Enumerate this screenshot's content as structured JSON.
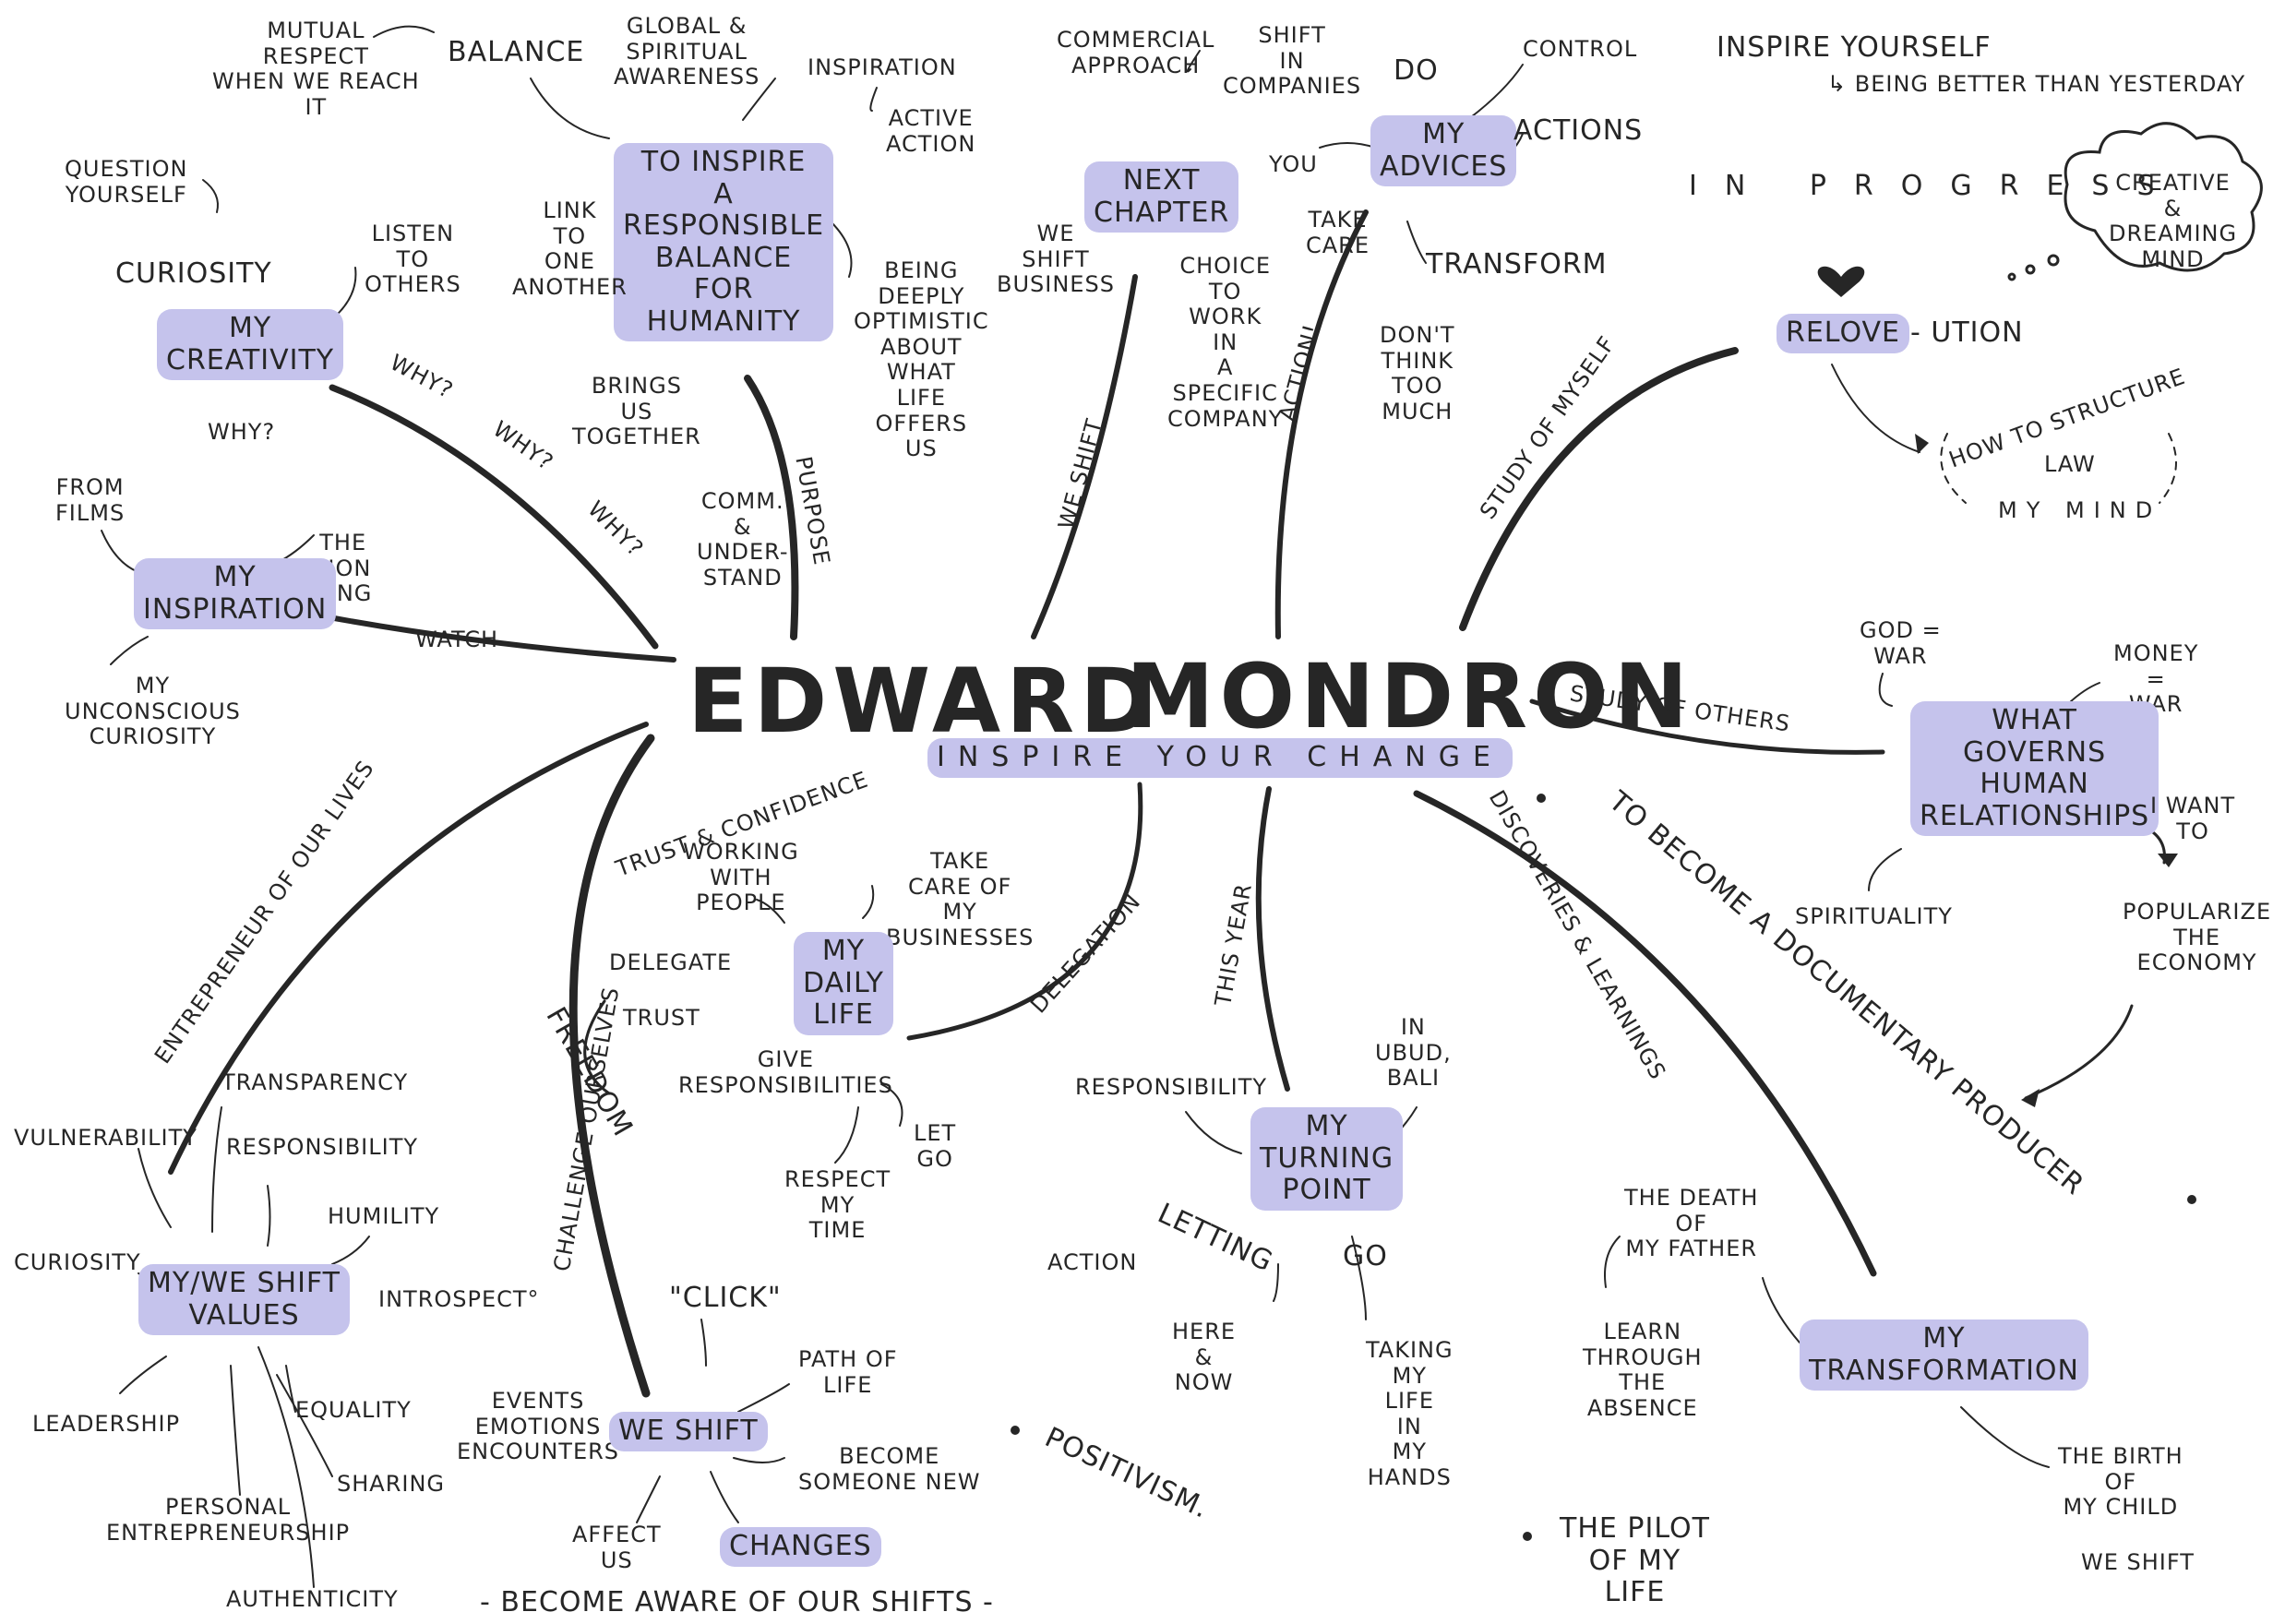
{
  "title": {
    "first": "EDWARD",
    "last": "MONDRON",
    "tagline": "INSPIRE YOUR CHANGE"
  },
  "colors": {
    "highlight": "#c5c3ec",
    "ink": "#262626",
    "background": "#ffffff"
  },
  "icons": {
    "heart": "heart-icon",
    "thought_cloud": "thought-cloud-icon"
  },
  "branches": {
    "why1": "WHY?",
    "why2": "WHY?",
    "why3": "WHY?",
    "watch": "WATCH",
    "purpose": "PURPOSE",
    "we_shift": "WE SHIFT",
    "action": "ACTION!",
    "study_myself": "STUDY OF MYSELF",
    "study_others": "STUDY OF OTHERS",
    "entrepreneur": "ENTREPRENEUR OF OUR LIVES",
    "challenge": "CHALLENGE OURSELVES",
    "delegation": "DELEGATION",
    "this_year": "THIS YEAR",
    "discoveries": "DISCOVERIES & LEARNINGS",
    "documentary": "TO BECOME A DOCUMENTARY PRODUCER"
  },
  "nodes": {
    "mutual_respect": "MUTUAL\nRESPECT\nWHEN WE REACH\nIT",
    "balance": "BALANCE",
    "global_awareness": "GLOBAL &\nSPIRITUAL\nAWARENESS",
    "inspiration_word": "INSPIRATION",
    "active_action": "ACTIVE\nACTION",
    "to_inspire": "TO INSPIRE\nA\nRESPONSIBLE\nBALANCE\nFOR\nHUMANITY",
    "link_one_another": "LINK\nTO\nONE\nANOTHER",
    "being_optimistic": "BEING\nDEEPLY\nOPTIMISTIC\nABOUT\nWHAT\nLIFE\nOFFERS\nUS",
    "brings_together": "BRINGS\nUS\nTOGETHER",
    "comm_understand": "COMM.\n&\nUNDER-\nSTAND",
    "question_yourself": "QUESTION\nYOURSELF",
    "curiosity_star": "CURIOSITY",
    "listen_others": "LISTEN\nTO\nOTHERS",
    "my_creativity": "MY\nCREATIVITY",
    "why_under_creativity": "WHY?",
    "from_films": "FROM\nFILMS",
    "the_lion_king": "THE\nLION\nKING",
    "my_inspiration": "MY\nINSPIRATION",
    "unconscious_curiosity": "MY\nUNCONSCIOUS\nCURIOSITY",
    "commercial_approach": "COMMERCIAL\nAPPROACH",
    "shift_companies": "SHIFT\nIN\nCOMPANIES",
    "next_chapter": "NEXT\nCHAPTER",
    "we_shift_business": "WE\nSHIFT\nBUSINESS",
    "choice_work": "CHOICE\nTO\nWORK\nIN\nA\nSPECIFIC\nCOMPANY",
    "do_star": "DO",
    "control": "CONTROL",
    "you": "YOU",
    "my_advices": "MY\nADVICES",
    "actions": "ACTIONS",
    "take_care": "TAKE\nCARE",
    "transform": "TRANSFORM",
    "dont_think": "DON'T\nTHINK\nTOO\nMUCH",
    "inspire_yourself": "INSPIRE YOURSELF",
    "being_better": "↳ BEING BETTER THAN YESTERDAY",
    "in_progress": "IN PROGRESS",
    "creative_mind": "CREATIVE\n&\nDREAMING\nMIND",
    "relove": "RELOVE",
    "ution": "- UTION",
    "structure_law": "HOW TO STRUCTURE",
    "law": "LAW",
    "my_mind": "MY MIND",
    "god_war": "GOD =\nWAR",
    "money_war": "MONEY\n=\nWAR",
    "what_governs": "WHAT\nGOVERNS\nHUMAN\nRELATIONSHIPS",
    "i_want_to": "I WANT\nTO",
    "spirituality": "SPIRITUALITY",
    "popularize": "POPULARIZE\nTHE\nECONOMY",
    "trust_confidence": "TRUST & CONFIDENCE",
    "working_people": "WORKING\nWITH\nPEOPLE",
    "take_care_business": "TAKE\nCARE OF\nMY\nBUSINESSES",
    "delegate": "DELEGATE",
    "trust": "TRUST",
    "give_resp": "GIVE\nRESPONSIBILITIES",
    "my_daily_life": "MY\nDAILY\nLIFE",
    "freedom": "FREEDOM",
    "let_go": "LET\nGO",
    "respect_time": "RESPECT\nMY\nTIME",
    "transparency": "TRANSPARENCY",
    "responsibility_values": "RESPONSIBILITY",
    "vulnerability": "VULNERABILITY",
    "humility": "HUMILITY",
    "curiosity_values": "CURIOSITY",
    "my_we_shift_values": "MY/WE SHIFT\nVALUES",
    "introspect": "INTROSPECT°",
    "leadership": "LEADERSHIP",
    "equality": "EQUALITY",
    "sharing": "SHARING",
    "personal_entrepreneurship": "PERSONAL\nENTREPRENEURSHIP",
    "authenticity": "AUTHENTICITY",
    "click": "\"CLICK\"",
    "path_of_life": "PATH OF\nLIFE",
    "events": "EVENTS\nEMOTIONS\nENCOUNTERS",
    "we_shift_node": "WE SHIFT",
    "become_someone": "BECOME\nSOMEONE NEW",
    "affect_us": "AFFECT\nUS",
    "changes": "CHANGES",
    "become_aware": "- BECOME AWARE OF OUR SHIFTS -",
    "responsibility_turning": "RESPONSIBILITY",
    "in_ubud": "IN\nUBUD,\nBALI",
    "my_turning_point": "MY\nTURNING\nPOINT",
    "letting": "LETTING",
    "go": "GO",
    "action_word": "ACTION",
    "here_now": "HERE\n&\nNOW",
    "taking_life": "TAKING\nMY\nLIFE\nIN\nMY\nHANDS",
    "positivism": "POSITIVISM.",
    "pilot": "THE PILOT\nOF MY\nLIFE",
    "death_father": "THE DEATH\nOF\nMY FATHER",
    "learn_absence": "LEARN\nTHROUGH\nTHE\nABSENCE",
    "my_transformation": "MY\nTRANSFORMATION",
    "birth_child": "THE BIRTH\nOF\nMY CHILD",
    "we_shift_final": "WE SHIFT"
  }
}
